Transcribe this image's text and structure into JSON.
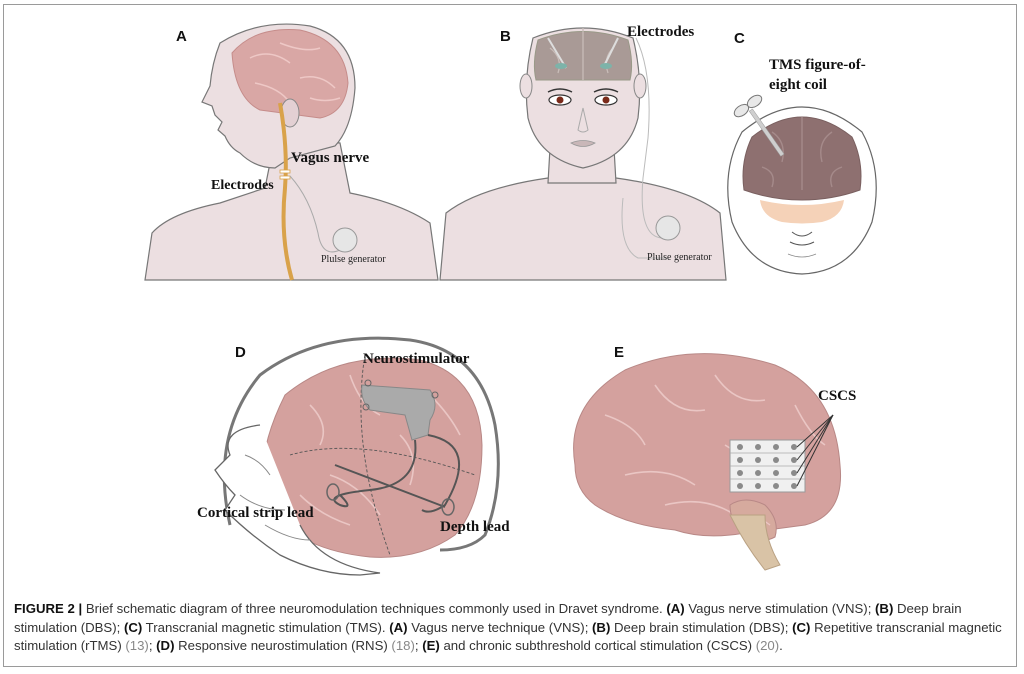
{
  "panels": {
    "a": {
      "letter": "A",
      "vagus_label": "Vagus nerve",
      "electrodes_label": "Electrodes",
      "generator_label": "Plulse generator"
    },
    "b": {
      "letter": "B",
      "electrodes_label": "Electrodes",
      "generator_label": "Plulse generator"
    },
    "c": {
      "letter": "C",
      "coil_label_line1": "TMS figure-of-",
      "coil_label_line2": "eight coil"
    },
    "d": {
      "letter": "D",
      "neurostimulator_label": "Neurostimulator",
      "strip_label": "Cortical strip lead",
      "depth_label": "Depth lead"
    },
    "e": {
      "letter": "E",
      "cscs_label": "CSCS"
    }
  },
  "caption": {
    "figure_label": "FIGURE 2 |",
    "t1": " Brief schematic diagram of three neuromodulation techniques commonly used in Dravet syndrome. ",
    "a1": "(A)",
    "t2": " Vagus nerve stimulation (VNS); ",
    "b1": "(B)",
    "t3": " Deep brain stimulation (DBS); ",
    "c1": "(C)",
    "t4": " Transcranial magnetic stimulation (TMS). ",
    "a2": "(A)",
    "t5": " Vagus nerve technique (VNS); ",
    "b2": "(B)",
    "t6": " Deep brain stimulation (DBS); ",
    "c2": "(C)",
    "t7": " Repetitive transcranial magnetic stimulation (rTMS) ",
    "ref13": "(13)",
    "t8": "; ",
    "d1": "(D)",
    "t9": " Responsive neurostimulation (RNS) ",
    "ref18": "(18)",
    "t10": "; ",
    "e1": "(E)",
    "t11": " and chronic subthreshold cortical stimulation (CSCS) ",
    "ref20": "(20)",
    "t12": "."
  }
}
